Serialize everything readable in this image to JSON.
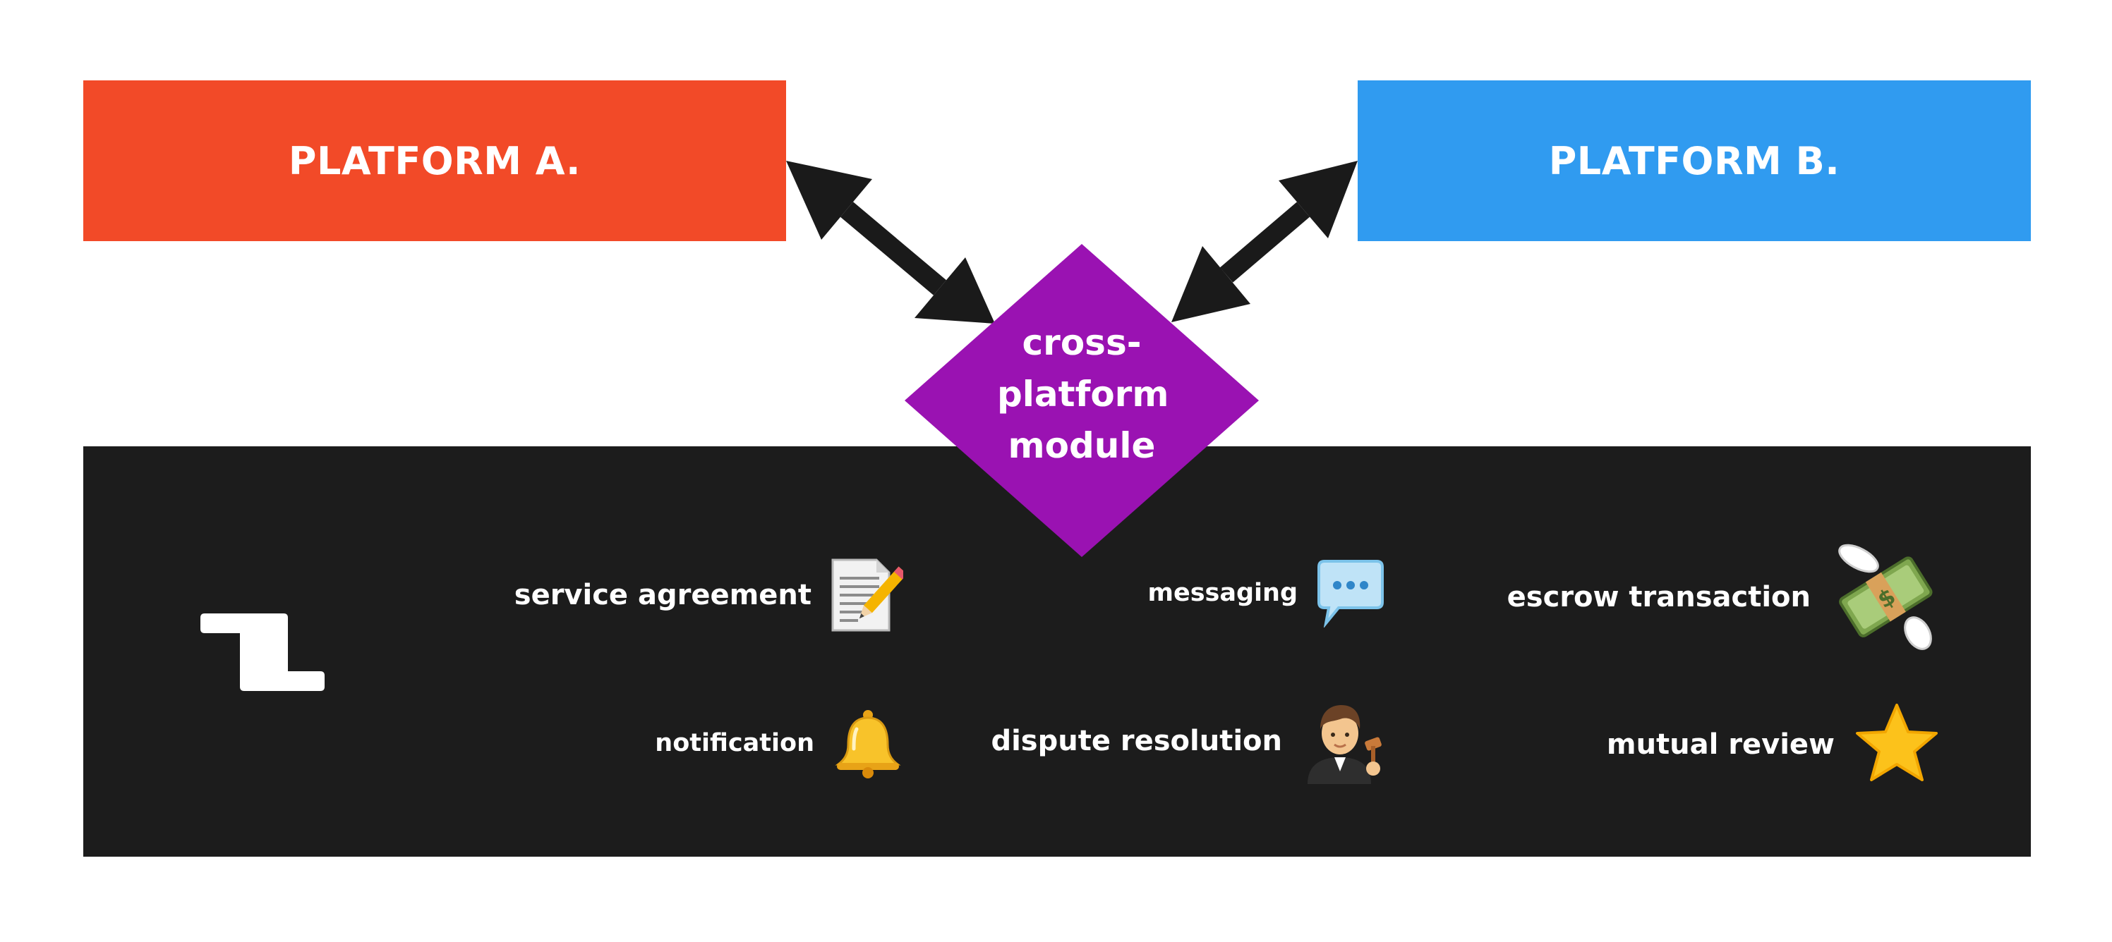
{
  "platforms": {
    "a": {
      "label": "PLATFORM A.",
      "color": "#f24a28"
    },
    "b": {
      "label": "PLATFORM B.",
      "color": "#309bf0"
    }
  },
  "module": {
    "label": "cross-\nplatform\nmodule",
    "color": "#9a12b2"
  },
  "panel": {
    "color": "#1c1c1c"
  },
  "arrows": {
    "color": "#1a1a1a"
  },
  "logo": {
    "icon": "step-logo-icon"
  },
  "features": [
    {
      "label": "service agreement",
      "icon": "memo-pencil-icon"
    },
    {
      "label": "messaging",
      "icon": "speech-bubble-icon"
    },
    {
      "label": "escrow transaction",
      "icon": "money-with-wings-icon"
    },
    {
      "label": "notification",
      "icon": "bell-icon"
    },
    {
      "label": "dispute resolution",
      "icon": "judge-icon"
    },
    {
      "label": "mutual review",
      "icon": "star-icon"
    }
  ]
}
